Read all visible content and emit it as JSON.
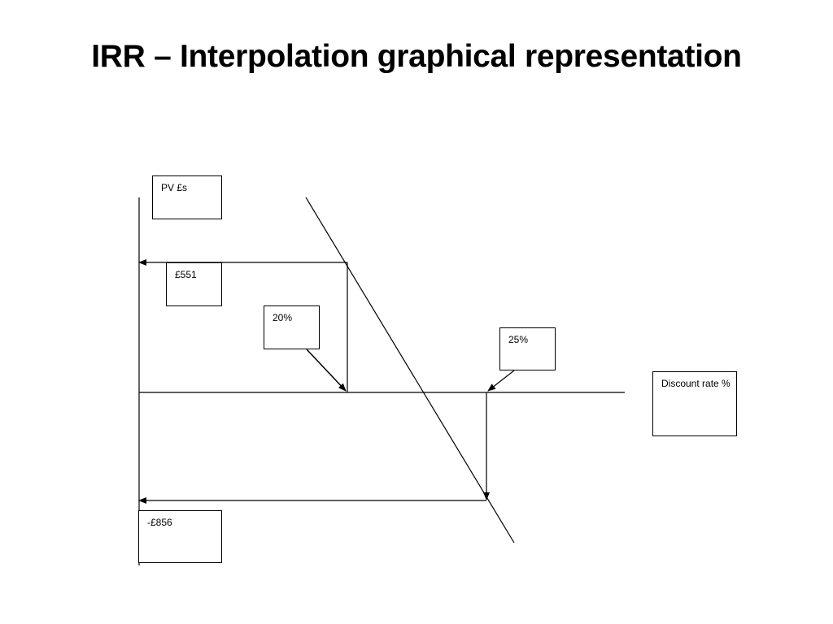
{
  "slide": {
    "title": "IRR – Interpolation graphical representation"
  },
  "diagram": {
    "y_axis_label": "PV £s",
    "x_axis_label": "Discount rate %",
    "npv_at_low_rate": "£551",
    "npv_at_high_rate": "-£856",
    "low_rate": "20%",
    "high_rate": "25%"
  }
}
